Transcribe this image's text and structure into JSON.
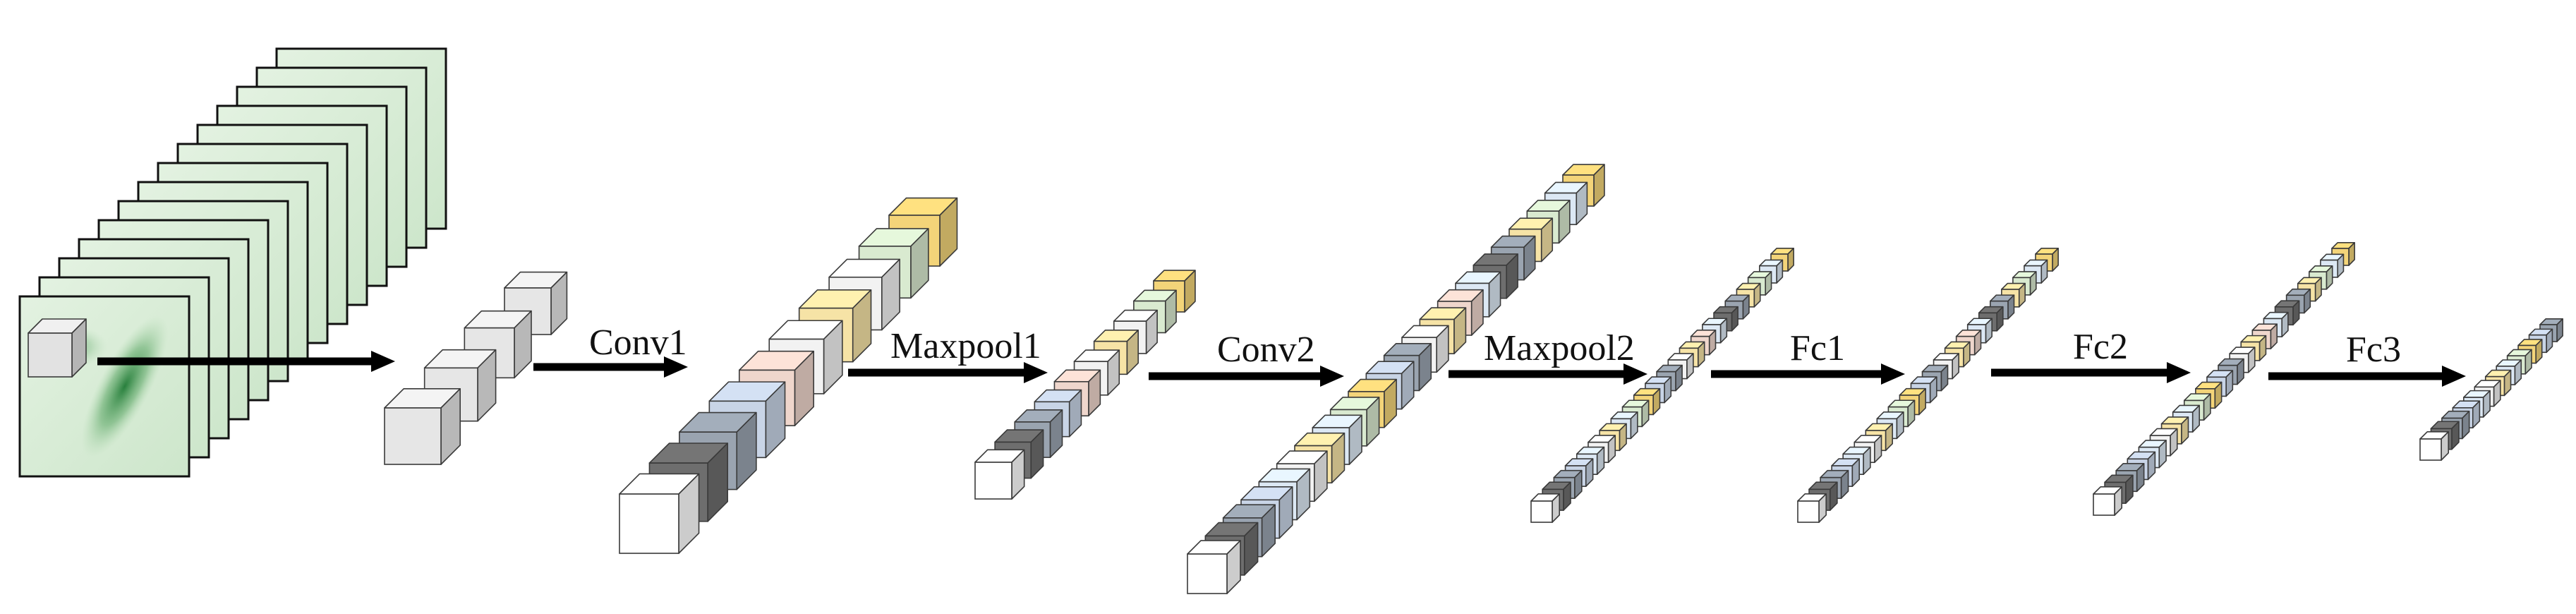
{
  "diagram": {
    "labels": {
      "conv1": "Conv1",
      "maxpool1": "Maxpool1",
      "conv2": "Conv2",
      "maxpool2": "Maxpool2",
      "fc1": "Fc1",
      "fc2": "Fc2",
      "fc3": "Fc3"
    },
    "input_stack": {
      "frames": 14
    },
    "stages": [
      {
        "id": "input-patches",
        "cubes": 4
      },
      {
        "id": "conv1-features",
        "cubes": 10
      },
      {
        "id": "maxpool1-features",
        "cubes": 10
      },
      {
        "id": "conv2-features",
        "cubes": 22
      },
      {
        "id": "maxpool2-features",
        "cubes": 22
      },
      {
        "id": "fc1-features",
        "cubes": 22
      },
      {
        "id": "fc2-features",
        "cubes": 22
      },
      {
        "id": "fc3-features",
        "cubes": 12
      }
    ],
    "cube_palette": [
      "#ffffff",
      "#6e6e6e",
      "#9aa4b0",
      "#c8d4e6",
      "#efd6cc",
      "#f2f2f2",
      "#f6e3a6",
      "#dce8f4",
      "#d9ead0",
      "#f3d479"
    ],
    "input_heatmap": {
      "background": "#d6ecd4",
      "band": "#1f7a35"
    }
  }
}
